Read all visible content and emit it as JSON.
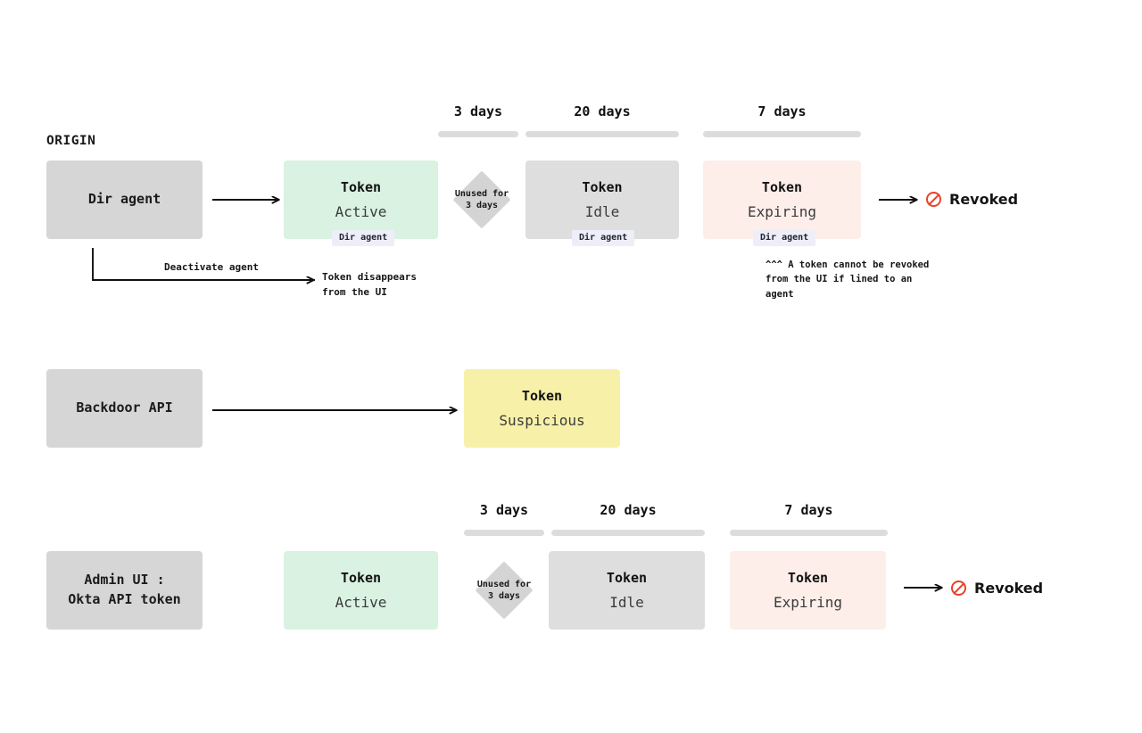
{
  "diagram": {
    "title_label": "ORIGIN",
    "colors": {
      "source_box": "#d6d6d6",
      "active": "#d9f2e1",
      "idle": "#dedede",
      "expiring": "#fdeeea",
      "suspicious": "#f7f0a8",
      "timeline_bar": "#dcdcdc",
      "diamond": "#d4d4d4",
      "badge": "#edeef8",
      "revoked_icon": "#e8432a",
      "arrow": "#111111"
    }
  },
  "rows": {
    "dir_agent": {
      "source": {
        "label": "Dir agent"
      },
      "timeline": [
        {
          "label": "3 days"
        },
        {
          "label": "20 days"
        },
        {
          "label": "7 days"
        }
      ],
      "states": [
        {
          "title": "Token",
          "status": "Active",
          "badge": "Dir agent"
        },
        {
          "title": "Token",
          "status": "Idle",
          "badge": "Dir agent"
        },
        {
          "title": "Token",
          "status": "Expiring",
          "badge": "Dir agent"
        }
      ],
      "gate": {
        "text": "Unused for\n3 days"
      },
      "terminal": {
        "label": "Revoked",
        "icon": "prohibition-icon"
      },
      "deactivate": {
        "edge_label": "Deactivate agent",
        "target_text": "Token disappears\nfrom the UI"
      },
      "footnote": "^^^ A token cannot be revoked\nfrom the UI if lined to an\nagent"
    },
    "backdoor_api": {
      "source": {
        "label": "Backdoor API"
      },
      "states": [
        {
          "title": "Token",
          "status": "Suspicious"
        }
      ]
    },
    "admin_ui": {
      "source": {
        "label": "Admin UI :\nOkta API token"
      },
      "timeline": [
        {
          "label": "3 days"
        },
        {
          "label": "20 days"
        },
        {
          "label": "7 days"
        }
      ],
      "states": [
        {
          "title": "Token",
          "status": "Active"
        },
        {
          "title": "Token",
          "status": "Idle"
        },
        {
          "title": "Token",
          "status": "Expiring"
        }
      ],
      "gate": {
        "text": "Unused for\n3 days"
      },
      "terminal": {
        "label": "Revoked",
        "icon": "prohibition-icon"
      }
    }
  }
}
